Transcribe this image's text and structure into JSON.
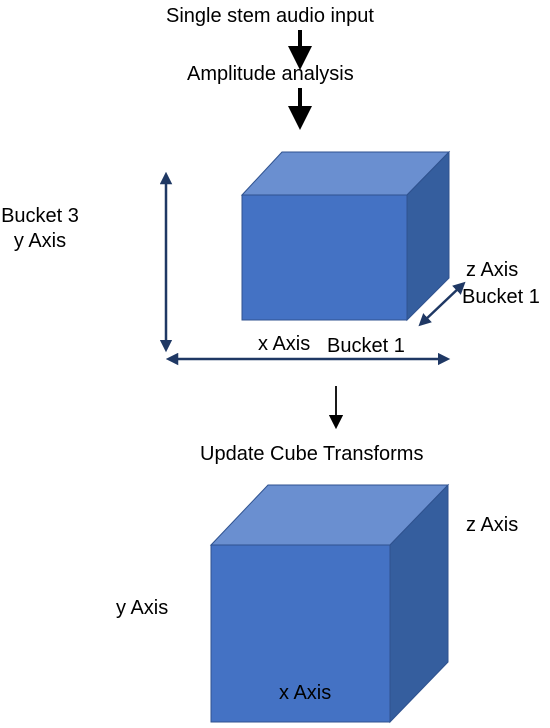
{
  "steps": {
    "input": "Single stem audio input",
    "analysis": "Amplitude analysis",
    "update": "Update Cube Transforms"
  },
  "top_cube": {
    "y_label_line1": "Bucket 3",
    "y_label_line2": "y Axis",
    "z_label_line1": "z Axis",
    "z_label_line2": "Bucket 1",
    "x_label": "x Axis",
    "x_bucket": "Bucket 1"
  },
  "bottom_cube": {
    "y_label": "y Axis",
    "z_label": "z Axis",
    "x_label": "x Axis"
  },
  "colors": {
    "cube_front": "#4472c4",
    "cube_top": "#6a8fd0",
    "cube_side": "#355e9e",
    "axis_arrow": "#1f3864"
  }
}
